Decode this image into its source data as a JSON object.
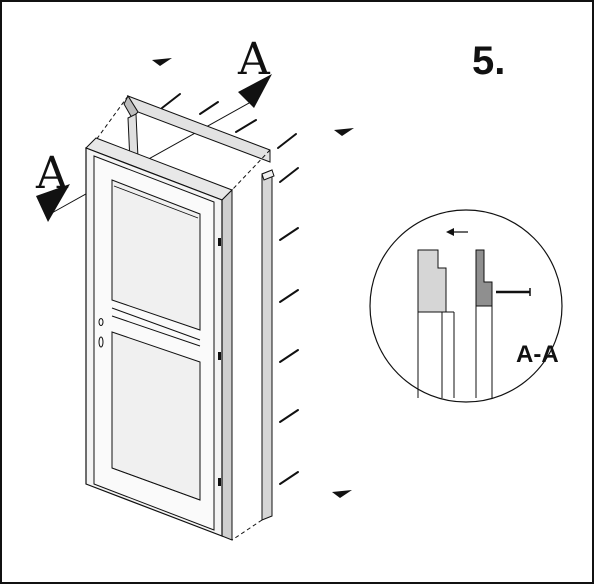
{
  "step": {
    "number": "5."
  },
  "section_cut": {
    "letter_left": "A",
    "letter_top": "A"
  },
  "detail": {
    "label": "A-A"
  },
  "colors": {
    "line": "#111111",
    "panel": "#f2f2f2",
    "door_face": "#f7f7f7",
    "shade": "#cccccc",
    "dark_shade": "#9a9a9a",
    "border": "#111111"
  }
}
